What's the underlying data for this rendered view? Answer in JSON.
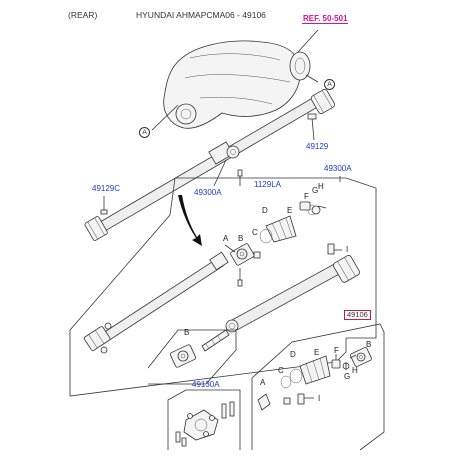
{
  "header": {
    "position": "(REAR)",
    "title": "HYUNDAI AHMAPCMA06 - 49106"
  },
  "reference": "REF. 50-501",
  "labels": {
    "p49129": "49129",
    "p49129c": "49129C",
    "p49300a_upper": "49300A",
    "p1129la": "1129LA",
    "p49300a_box": "49300A",
    "p49106": "49106",
    "p49130a": "49130A"
  },
  "letters": {
    "a": "A",
    "b": "B",
    "c": "C",
    "d": "D",
    "e": "E",
    "f": "F",
    "g": "G",
    "h": "H",
    "i": "I"
  },
  "colors": {
    "reference_text": "#d1139a",
    "part_number_text": "#1b3cc7",
    "highlight_box": "#d11a3a",
    "line": "#333333"
  }
}
